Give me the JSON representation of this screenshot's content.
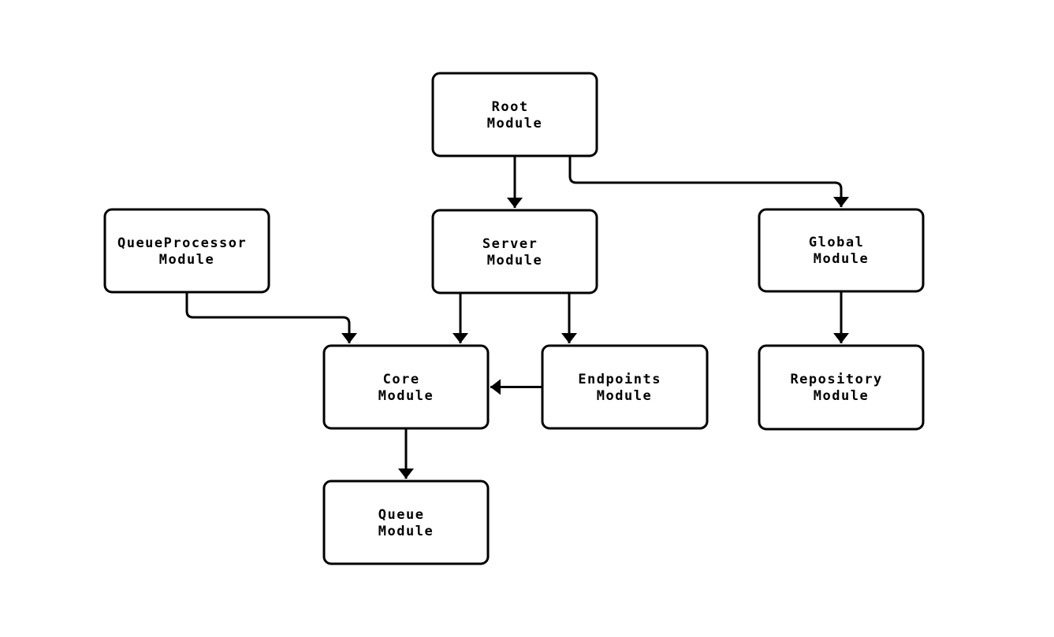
{
  "page": {
    "background_color": "#ffffff",
    "line_color": "#000000",
    "node_fill_color": "#ffffff",
    "text_color": "#000000"
  },
  "diagram": {
    "type": "flowchart",
    "direction": "top-down",
    "nodes": [
      {
        "id": "root-module",
        "line1": "Root",
        "line2": "Module"
      },
      {
        "id": "queueprocessor-module",
        "line1": "QueueProcessor",
        "line2": "Module"
      },
      {
        "id": "server-module",
        "line1": "Server",
        "line2": "Module"
      },
      {
        "id": "global-module",
        "line1": "Global",
        "line2": "Module"
      },
      {
        "id": "core-module",
        "line1": "Core",
        "line2": "Module"
      },
      {
        "id": "endpoints-module",
        "line1": "Endpoints",
        "line2": "Module"
      },
      {
        "id": "repository-module",
        "line1": "Repository",
        "line2": "Module"
      },
      {
        "id": "queue-module",
        "line1": "Queue",
        "line2": "Module"
      }
    ],
    "edges": [
      {
        "from": "root-module",
        "to": "server-module"
      },
      {
        "from": "root-module",
        "to": "global-module"
      },
      {
        "from": "queueprocessor-module",
        "to": "core-module"
      },
      {
        "from": "server-module",
        "to": "core-module"
      },
      {
        "from": "server-module",
        "to": "endpoints-module"
      },
      {
        "from": "endpoints-module",
        "to": "core-module"
      },
      {
        "from": "global-module",
        "to": "repository-module"
      },
      {
        "from": "core-module",
        "to": "queue-module"
      }
    ]
  }
}
